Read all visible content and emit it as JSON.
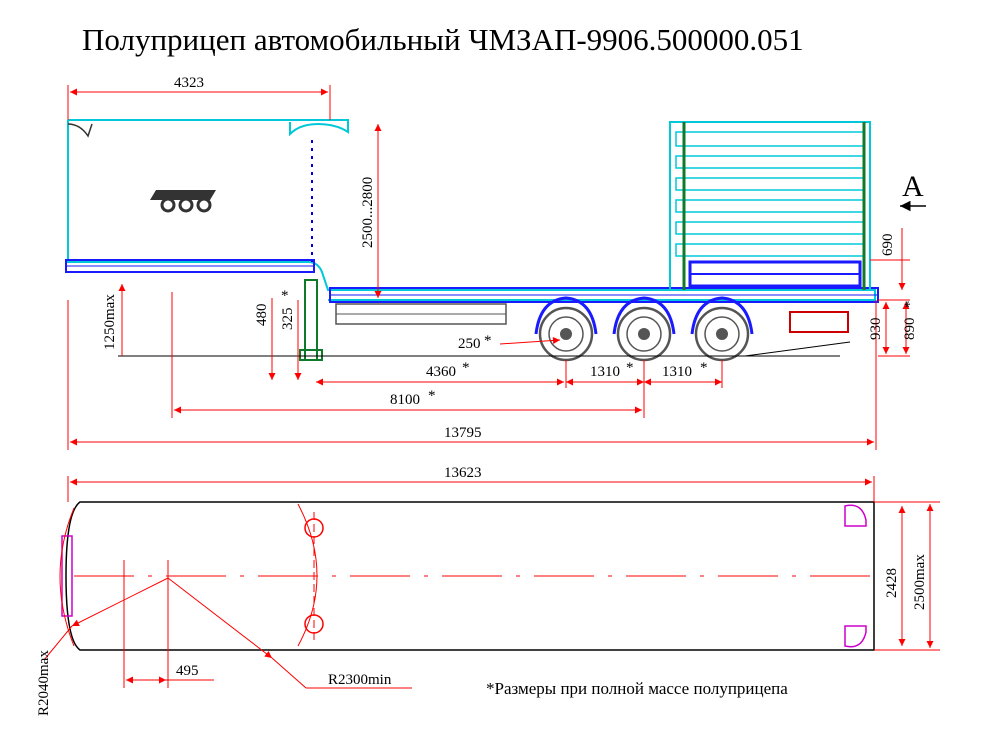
{
  "title": "Полуприцеп автомобильный ЧМЗАП-9906.500000.051",
  "view_label": "A",
  "note": "*Размеры при полной  массе полуприцепа",
  "dimensions": {
    "front_length": "4323",
    "neck_height": "2500...2800",
    "stake_height": "690",
    "deck_height_front": "1250max",
    "kingpin_height": "480",
    "kingpin_offset": "325",
    "axle_gap": "250",
    "kingpin_to_axle1": "4360",
    "kingpin_to_axle2": "8100",
    "axle_spacing_1": "1310",
    "axle_spacing_2": "1310",
    "overall_length": "13795",
    "platform_length": "13623",
    "rear_deck_height": "930",
    "rear_deck_height_loaded": "890",
    "inner_width": "2428",
    "overall_width": "2500max",
    "front_radius": "R2040max",
    "turning_radius": "R2300min",
    "kingpin_front_offset": "495"
  },
  "colors": {
    "outline": "#00c8d8",
    "frame": "#1a1aff",
    "dimension": "#ff0000",
    "accent": "#00b000",
    "gray": "#555555"
  }
}
